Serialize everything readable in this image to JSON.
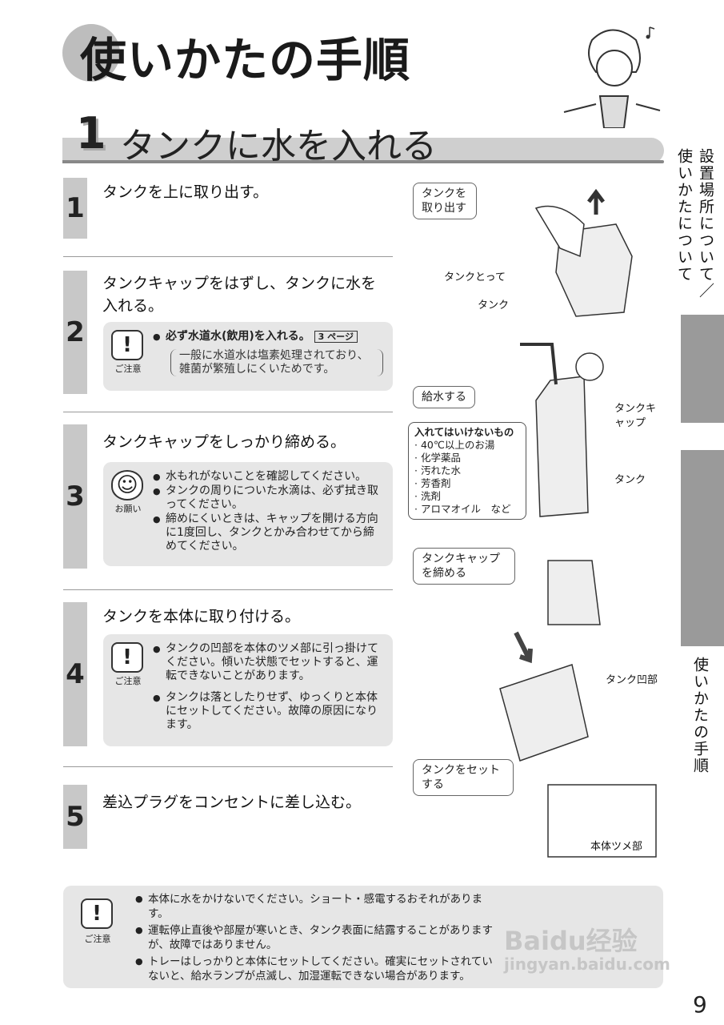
{
  "page_title": "使いかたの手順",
  "section": {
    "number": "1",
    "title": "タンクに水を入れる"
  },
  "steps": [
    {
      "number": "1",
      "text": "タンクを上に取り出す。"
    },
    {
      "number": "2",
      "text": "タンクキャップをはずし、タンクに水を入れる。",
      "note": {
        "icon": "caution-icon",
        "caption": "ご注意",
        "items": [
          "必ず水道水(飲用)を入れる。"
        ],
        "page_ref": "3",
        "page_ref_suffix": "ページ",
        "sub": "一般に水道水は塩素処理されており、雑菌が繁殖しにくいためです。"
      }
    },
    {
      "number": "3",
      "text": "タンクキャップをしっかり締める。",
      "note": {
        "icon": "smile-icon",
        "caption": "お願い",
        "items": [
          "水もれがないことを確認してください。",
          "タンクの周りについた水滴は、必ず拭き取ってください。",
          "締めにくいときは、キャップを開ける方向に1度回し、タンクとかみ合わせてから締めてください。"
        ]
      }
    },
    {
      "number": "4",
      "text": "タンクを本体に取り付ける。",
      "note": {
        "icon": "caution-icon",
        "caption": "ご注意",
        "items": [
          "タンクの凹部を本体のツメ部に引っ掛けてください。傾いた状態でセットすると、運転できないことがあります。",
          "タンクは落としたりせず、ゆっくりと本体にセットしてください。故障の原因になります。"
        ]
      }
    },
    {
      "number": "5",
      "text": "差込プラグをコンセントに差し込む。"
    }
  ],
  "illustrations": {
    "callout1": "タンクを取り出す",
    "tank_handle": "タンクとって",
    "tank": "タンク",
    "callout2": "給水する",
    "tank_cap": "タンクキャップ",
    "forbidden_title": "入れてはいけないもの",
    "forbidden": [
      "40℃以上のお湯",
      "化学薬品",
      "汚れた水",
      "芳香剤",
      "洗剤",
      "アロマオイル　など"
    ],
    "tank2": "タンク",
    "callout3": "タンクキャップを締める",
    "tank_recess": "タンク凹部",
    "callout4": "タンクをセットする",
    "claw": "本体ツメ部"
  },
  "bottom_note": {
    "caption": "ご注意",
    "items": [
      "本体に水をかけないでください。ショート・感電するおそれがあります。",
      "運転停止直後や部屋が寒いとき、タンク表面に結露することがありますが、故障ではありません。",
      "トレーはしっかりと本体にセットしてください。確実にセットされていないと、給水ランプが点滅し、加湿運転できない場合があります。"
    ]
  },
  "side_tabs": [
    "設置場所について／使いかたについて",
    "使いかたの手順"
  ],
  "watermark": "Baidu经验 jingyan.baidu.com",
  "page_number": "9"
}
